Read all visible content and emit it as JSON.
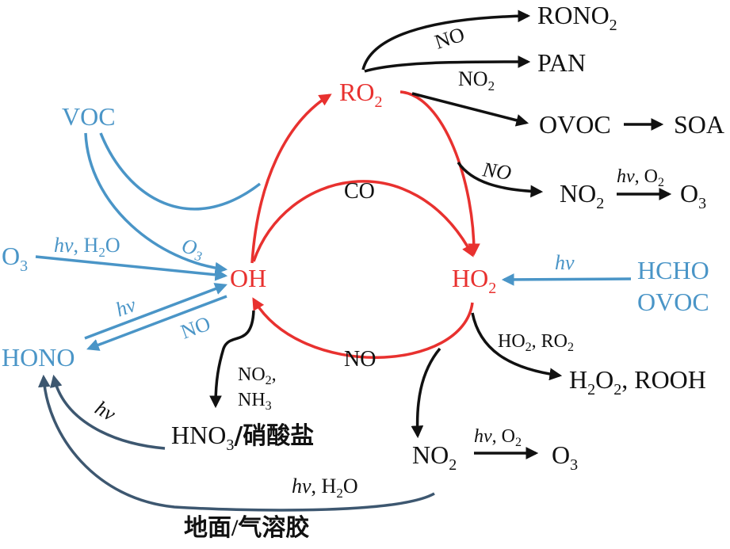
{
  "colors": {
    "radical": "#e8312f",
    "source": "#4a95c7",
    "product": "#111111",
    "heterogeneous": "#3d5770"
  },
  "nodes": {
    "voc": "VOC",
    "o3_left": [
      "O",
      "3"
    ],
    "hono": "HONO",
    "oh": "OH",
    "ro2": [
      "RO",
      "2"
    ],
    "ho2": [
      "HO",
      "2"
    ],
    "hcho": "HCHO",
    "ovoc_src": "OVOC",
    "rono2": [
      "RONO",
      "2"
    ],
    "pan": "PAN",
    "ovoc_prod": "OVOC",
    "soa": "SOA",
    "no2_top": [
      "NO",
      "2"
    ],
    "o3_top": [
      "O",
      "3"
    ],
    "h2o2": [
      "H",
      "2",
      "O",
      "2",
      ", ROOH"
    ],
    "no2_bottom": [
      "NO",
      "2"
    ],
    "o3_bottom": [
      "O",
      "3"
    ],
    "hno3": [
      "HNO",
      "3",
      "/硝酸盐"
    ],
    "surface": "地面/气溶胶"
  },
  "edge_labels": {
    "o3_to_oh": [
      "hv",
      ", H",
      "2",
      "O"
    ],
    "voc_o3": [
      "O",
      "3"
    ],
    "hono_to_oh": "hv",
    "oh_to_hono": "NO",
    "co": "CO",
    "ro2_no_rono2": "NO",
    "ro2_no2_pan": [
      "NO",
      "2"
    ],
    "ro2_no_no2": "NO",
    "no2_o3_top": [
      "hv",
      ", O",
      "2"
    ],
    "hcho_to_ho2": "hv",
    "ho2_to_h2o2": [
      "HO",
      "2",
      ", RO",
      "2"
    ],
    "ho2_to_oh": "NO",
    "no2_o3_bottom": [
      "hv",
      ", O",
      "2"
    ],
    "oh_to_hno3": [
      "NO",
      "2",
      ",",
      "NH",
      "3"
    ],
    "hno3_to_hono": "hv",
    "surface_to_hono": [
      "hv",
      ", H",
      "2",
      "O"
    ]
  }
}
